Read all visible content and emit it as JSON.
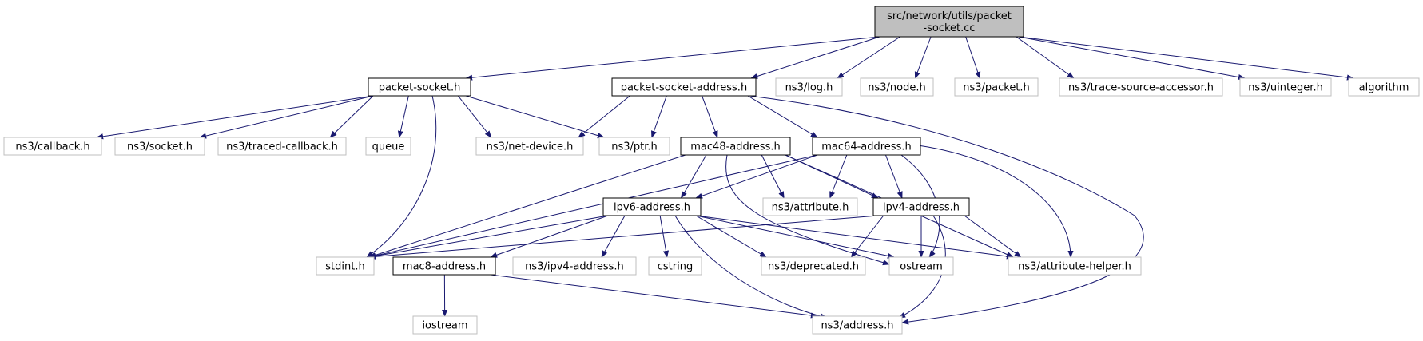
{
  "colors": {
    "edge": "#191970",
    "root_fill": "#bfbfbf",
    "root_border": "#000000",
    "documented_border": "#000000",
    "external_border": "#bfbfbf",
    "text": "#000000"
  },
  "nodes": [
    {
      "id": "root",
      "lines": [
        "src/network/utils/packet",
        "-socket.cc"
      ],
      "kind": "root"
    },
    {
      "id": "packet_socket_h",
      "lines": [
        "packet-socket.h"
      ],
      "kind": "documented"
    },
    {
      "id": "packet_socket_address_h",
      "lines": [
        "packet-socket-address.h"
      ],
      "kind": "documented"
    },
    {
      "id": "ns3_log_h",
      "lines": [
        "ns3/log.h"
      ],
      "kind": "external"
    },
    {
      "id": "ns3_node_h",
      "lines": [
        "ns3/node.h"
      ],
      "kind": "external"
    },
    {
      "id": "ns3_packet_h",
      "lines": [
        "ns3/packet.h"
      ],
      "kind": "external"
    },
    {
      "id": "ns3_trace_source_accessor_h",
      "lines": [
        "ns3/trace-source-accessor.h"
      ],
      "kind": "external"
    },
    {
      "id": "ns3_uinteger_h",
      "lines": [
        "ns3/uinteger.h"
      ],
      "kind": "external"
    },
    {
      "id": "algorithm",
      "lines": [
        "algorithm"
      ],
      "kind": "external"
    },
    {
      "id": "ns3_callback_h",
      "lines": [
        "ns3/callback.h"
      ],
      "kind": "external"
    },
    {
      "id": "ns3_socket_h",
      "lines": [
        "ns3/socket.h"
      ],
      "kind": "external"
    },
    {
      "id": "ns3_traced_callback_h",
      "lines": [
        "ns3/traced-callback.h"
      ],
      "kind": "external"
    },
    {
      "id": "queue",
      "lines": [
        "queue"
      ],
      "kind": "external"
    },
    {
      "id": "ns3_net_device_h",
      "lines": [
        "ns3/net-device.h"
      ],
      "kind": "external"
    },
    {
      "id": "ns3_ptr_h",
      "lines": [
        "ns3/ptr.h"
      ],
      "kind": "external"
    },
    {
      "id": "mac48_address_h",
      "lines": [
        "mac48-address.h"
      ],
      "kind": "documented"
    },
    {
      "id": "mac64_address_h",
      "lines": [
        "mac64-address.h"
      ],
      "kind": "documented"
    },
    {
      "id": "ipv6_address_h",
      "lines": [
        "ipv6-address.h"
      ],
      "kind": "documented"
    },
    {
      "id": "ns3_attribute_h",
      "lines": [
        "ns3/attribute.h"
      ],
      "kind": "external"
    },
    {
      "id": "ipv4_address_h",
      "lines": [
        "ipv4-address.h"
      ],
      "kind": "documented"
    },
    {
      "id": "stdint_h",
      "lines": [
        "stdint.h"
      ],
      "kind": "external"
    },
    {
      "id": "mac8_address_h",
      "lines": [
        "mac8-address.h"
      ],
      "kind": "documented"
    },
    {
      "id": "ns3_ipv4_address_h",
      "lines": [
        "ns3/ipv4-address.h"
      ],
      "kind": "external"
    },
    {
      "id": "cstring",
      "lines": [
        "cstring"
      ],
      "kind": "external"
    },
    {
      "id": "ns3_deprecated_h",
      "lines": [
        "ns3/deprecated.h"
      ],
      "kind": "external"
    },
    {
      "id": "ostream",
      "lines": [
        "ostream"
      ],
      "kind": "external"
    },
    {
      "id": "ns3_attribute_helper_h",
      "lines": [
        "ns3/attribute-helper.h"
      ],
      "kind": "external"
    },
    {
      "id": "iostream",
      "lines": [
        "iostream"
      ],
      "kind": "external"
    },
    {
      "id": "ns3_address_h",
      "lines": [
        "ns3/address.h"
      ],
      "kind": "external"
    }
  ],
  "edges": [
    [
      "root",
      "packet_socket_h"
    ],
    [
      "root",
      "packet_socket_address_h"
    ],
    [
      "root",
      "ns3_log_h"
    ],
    [
      "root",
      "ns3_node_h"
    ],
    [
      "root",
      "ns3_packet_h"
    ],
    [
      "root",
      "ns3_trace_source_accessor_h"
    ],
    [
      "root",
      "ns3_uinteger_h"
    ],
    [
      "root",
      "algorithm"
    ],
    [
      "packet_socket_h",
      "ns3_callback_h"
    ],
    [
      "packet_socket_h",
      "ns3_socket_h"
    ],
    [
      "packet_socket_h",
      "ns3_traced_callback_h"
    ],
    [
      "packet_socket_h",
      "queue"
    ],
    [
      "packet_socket_h",
      "ns3_net_device_h"
    ],
    [
      "packet_socket_h",
      "ns3_ptr_h"
    ],
    [
      "packet_socket_h",
      "stdint_h"
    ],
    [
      "packet_socket_address_h",
      "ns3_net_device_h"
    ],
    [
      "packet_socket_address_h",
      "ns3_ptr_h"
    ],
    [
      "packet_socket_address_h",
      "mac48_address_h"
    ],
    [
      "packet_socket_address_h",
      "mac64_address_h"
    ],
    [
      "packet_socket_address_h",
      "ns3_address_h"
    ],
    [
      "mac48_address_h",
      "stdint_h"
    ],
    [
      "mac48_address_h",
      "ipv6_address_h"
    ],
    [
      "mac48_address_h",
      "ns3_attribute_h"
    ],
    [
      "mac48_address_h",
      "ipv4_address_h"
    ],
    [
      "mac48_address_h",
      "ostream"
    ],
    [
      "mac48_address_h",
      "ns3_attribute_helper_h"
    ],
    [
      "mac64_address_h",
      "ipv6_address_h"
    ],
    [
      "mac64_address_h",
      "ns3_attribute_h"
    ],
    [
      "mac64_address_h",
      "ipv4_address_h"
    ],
    [
      "mac64_address_h",
      "stdint_h"
    ],
    [
      "mac64_address_h",
      "ostream"
    ],
    [
      "mac64_address_h",
      "ns3_attribute_helper_h"
    ],
    [
      "ipv6_address_h",
      "stdint_h"
    ],
    [
      "ipv6_address_h",
      "mac8_address_h"
    ],
    [
      "ipv6_address_h",
      "ns3_ipv4_address_h"
    ],
    [
      "ipv6_address_h",
      "cstring"
    ],
    [
      "ipv6_address_h",
      "ns3_deprecated_h"
    ],
    [
      "ipv6_address_h",
      "ostream"
    ],
    [
      "ipv6_address_h",
      "ns3_attribute_helper_h"
    ],
    [
      "ipv6_address_h",
      "ns3_address_h"
    ],
    [
      "ipv4_address_h",
      "stdint_h"
    ],
    [
      "ipv4_address_h",
      "ns3_deprecated_h"
    ],
    [
      "ipv4_address_h",
      "ostream"
    ],
    [
      "ipv4_address_h",
      "ns3_attribute_helper_h"
    ],
    [
      "ipv4_address_h",
      "ns3_address_h"
    ],
    [
      "mac8_address_h",
      "iostream"
    ],
    [
      "mac8_address_h",
      "ns3_address_h"
    ]
  ]
}
